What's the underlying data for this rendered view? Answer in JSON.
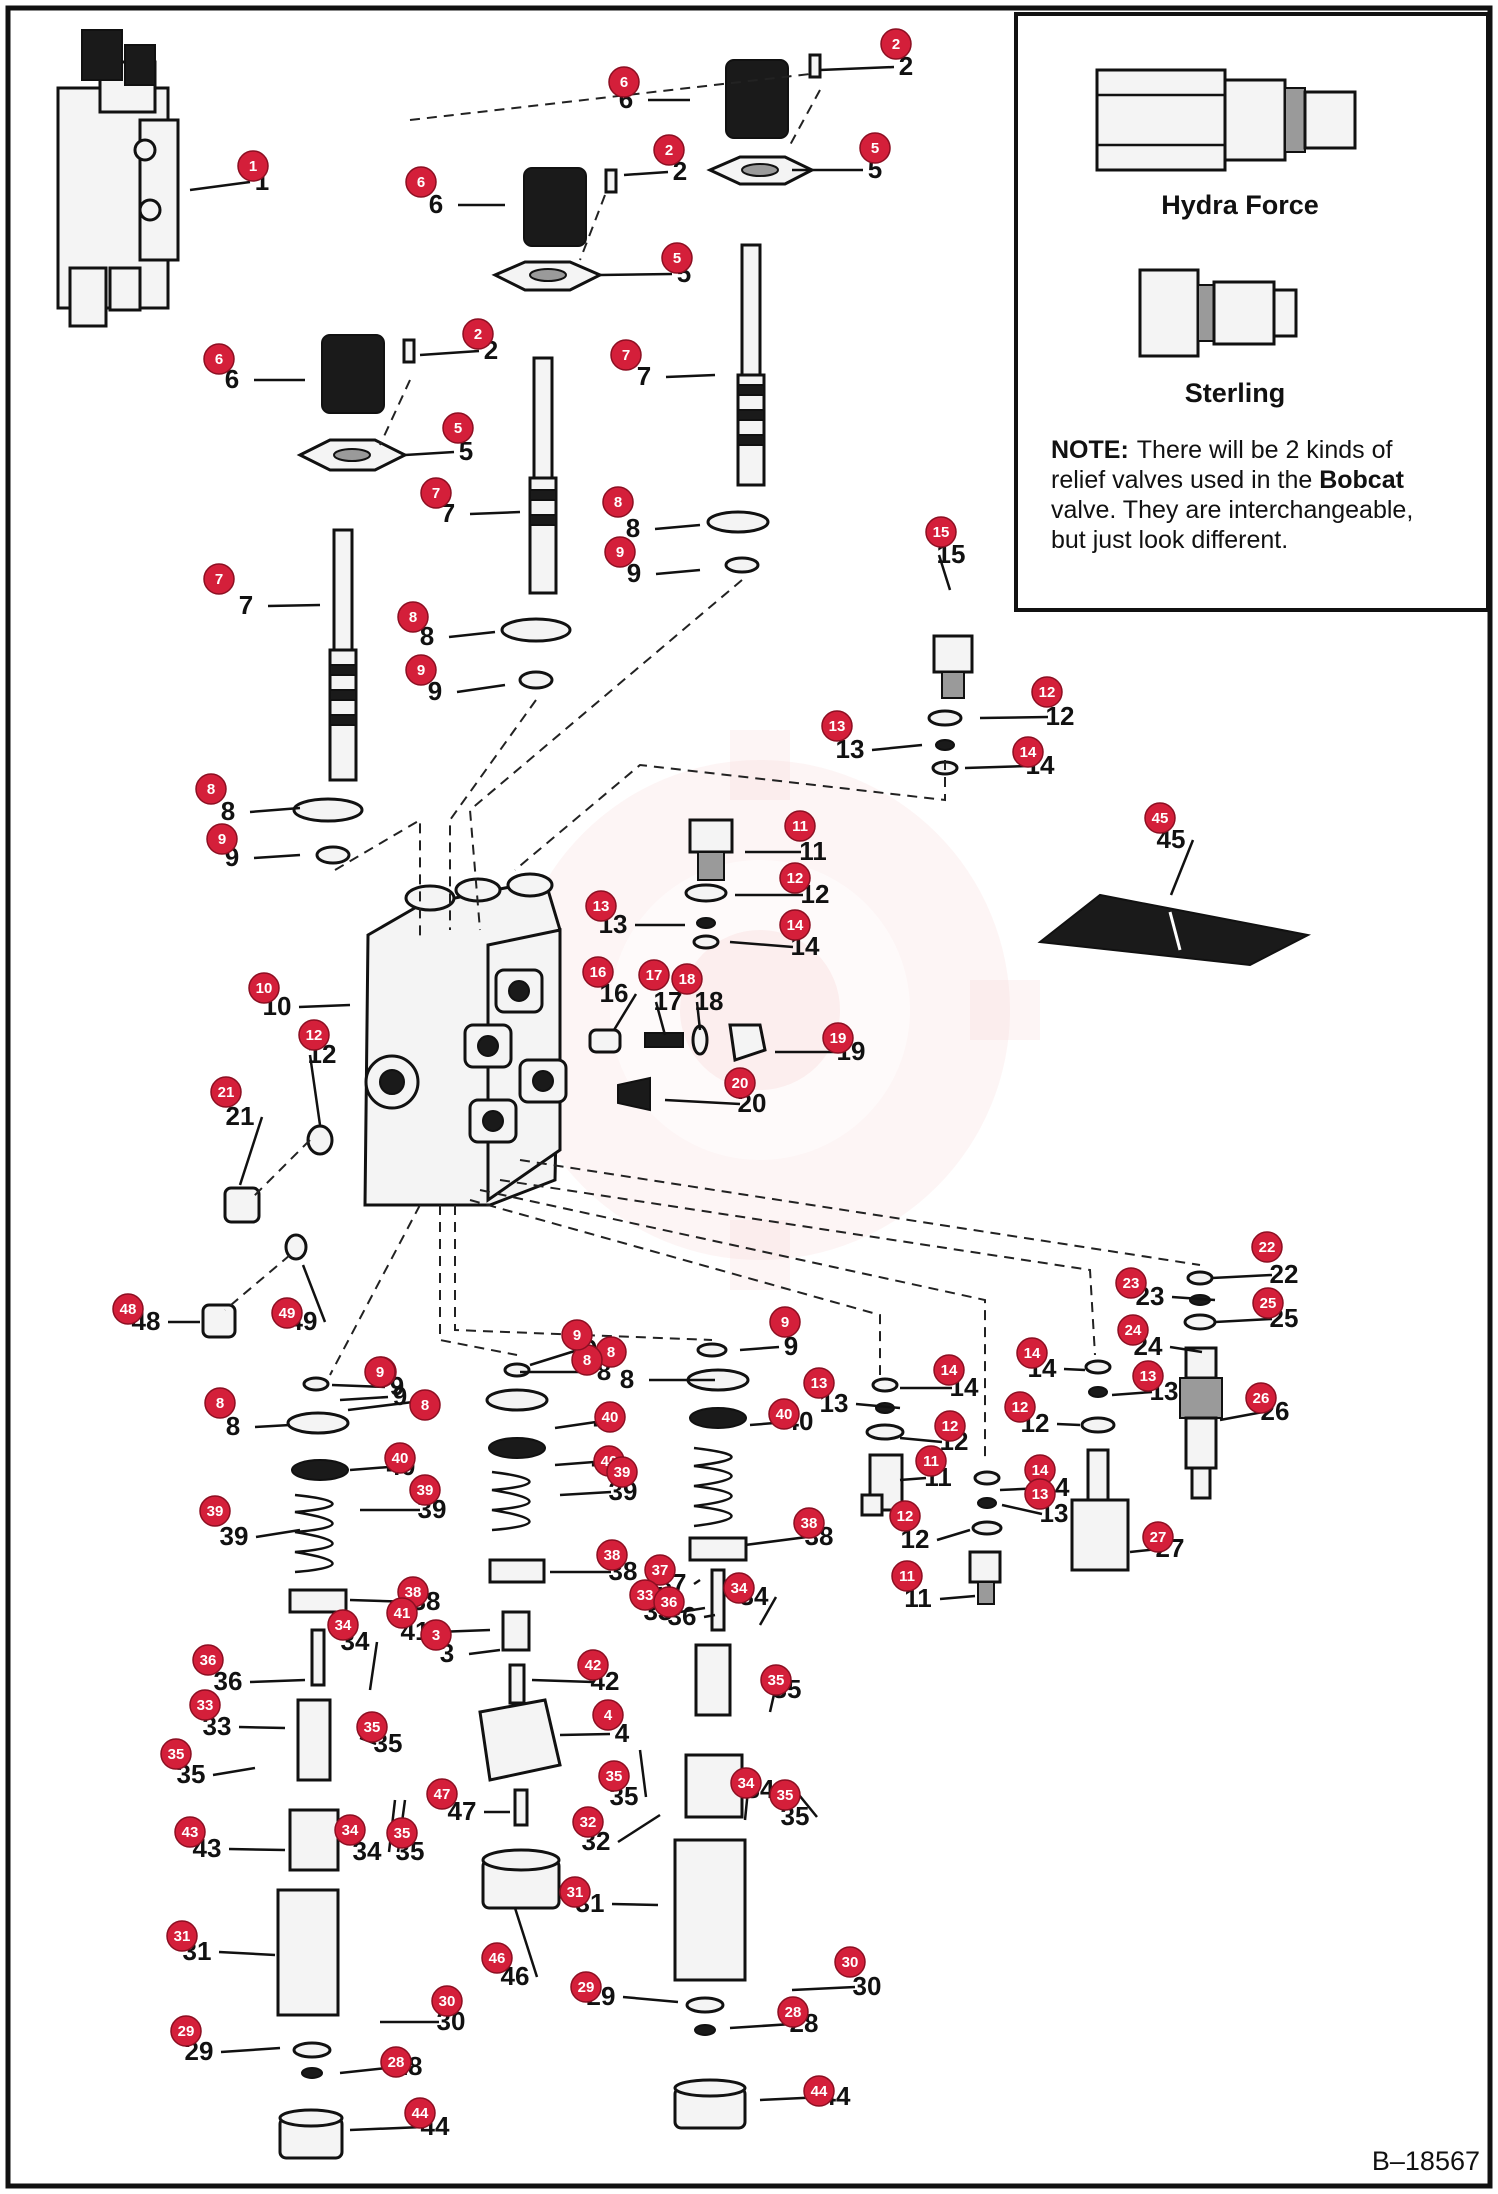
{
  "diagram": {
    "reference": "B–18567",
    "callouts": [
      {
        "n": 1
      },
      {
        "n": 2
      },
      {
        "n": 3
      },
      {
        "n": 4
      },
      {
        "n": 5
      },
      {
        "n": 6
      },
      {
        "n": 7
      },
      {
        "n": 8
      },
      {
        "n": 9
      },
      {
        "n": 10
      },
      {
        "n": 11
      },
      {
        "n": 12
      },
      {
        "n": 13
      },
      {
        "n": 14
      },
      {
        "n": 15
      },
      {
        "n": 16
      },
      {
        "n": 17
      },
      {
        "n": 18
      },
      {
        "n": 19
      },
      {
        "n": 20
      },
      {
        "n": 21
      },
      {
        "n": 22
      },
      {
        "n": 23
      },
      {
        "n": 24
      },
      {
        "n": 25
      },
      {
        "n": 26
      },
      {
        "n": 27
      },
      {
        "n": 28
      },
      {
        "n": 29
      },
      {
        "n": 30
      },
      {
        "n": 31
      },
      {
        "n": 32
      },
      {
        "n": 33
      },
      {
        "n": 34
      },
      {
        "n": 35
      },
      {
        "n": 36
      },
      {
        "n": 37
      },
      {
        "n": 38
      },
      {
        "n": 39
      },
      {
        "n": 40
      },
      {
        "n": 41
      },
      {
        "n": 42
      },
      {
        "n": 43
      },
      {
        "n": 44
      },
      {
        "n": 45
      },
      {
        "n": 46
      },
      {
        "n": 47
      },
      {
        "n": 48
      },
      {
        "n": 49
      }
    ]
  },
  "inset": {
    "valve_a_label": "Hydra Force",
    "valve_b_label": "Sterling",
    "note_label": "NOTE:",
    "note_line1": "There will be 2 kinds of",
    "note_line2_pre": "relief valves used in the ",
    "note_line2_bold": "Bobcat",
    "note_line3": "valve. They are interchangeable,",
    "note_line4": "but just look different."
  },
  "colors": {
    "badge": "#d41f3a",
    "watermark": "#f6c9c9"
  }
}
